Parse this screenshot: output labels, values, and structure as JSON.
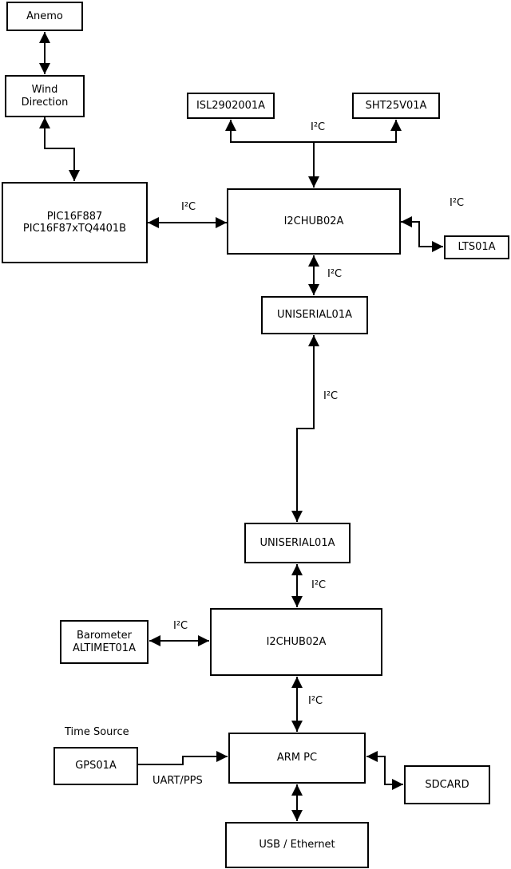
{
  "diagram_type": "block-diagram",
  "colors": {
    "background": "#ffffff",
    "line": "#000000",
    "text": "#000000"
  },
  "nodes": {
    "anemo": {
      "lines": [
        "Anemo"
      ]
    },
    "wind_direction": {
      "lines": [
        "Wind",
        "Direction"
      ]
    },
    "pic_controller": {
      "lines": [
        "PIC16F887",
        "PIC16F87xTQ4401B"
      ]
    },
    "isl_sensor": {
      "lines": [
        "ISL2902001A"
      ]
    },
    "sht_sensor": {
      "lines": [
        "SHT25V01A"
      ]
    },
    "i2c_hub_top": {
      "lines": [
        "I2CHUB02A"
      ]
    },
    "lts_sensor": {
      "lines": [
        "LTS01A"
      ]
    },
    "uniserial_top": {
      "lines": [
        "UNISERIAL01A"
      ]
    },
    "uniserial_bottom": {
      "lines": [
        "UNISERIAL01A"
      ]
    },
    "barometer": {
      "lines": [
        "Barometer",
        "ALTIMET01A"
      ]
    },
    "i2c_hub_bottom": {
      "lines": [
        "I2CHUB02A"
      ]
    },
    "arm_pc": {
      "lines": [
        "ARM PC"
      ]
    },
    "gps": {
      "lines": [
        "GPS01A"
      ]
    },
    "sdcard": {
      "lines": [
        "SDCARD"
      ]
    },
    "usb_ethernet": {
      "lines": [
        "USB / Ethernet"
      ]
    }
  },
  "edge_labels": {
    "i2c_sensor_bus": "I²C",
    "i2c_pic_hub": "I²C",
    "i2c_hub_lts": "I²C",
    "i2c_hub_uniserial": "I²C",
    "i2c_uniserial_link": "I²C",
    "i2c_uniserial_hub2": "I²C",
    "i2c_barometer_hub2": "I²C",
    "i2c_hub2_armpc": "I²C",
    "uart_pps": "UART/PPS",
    "time_source": "Time Source"
  }
}
